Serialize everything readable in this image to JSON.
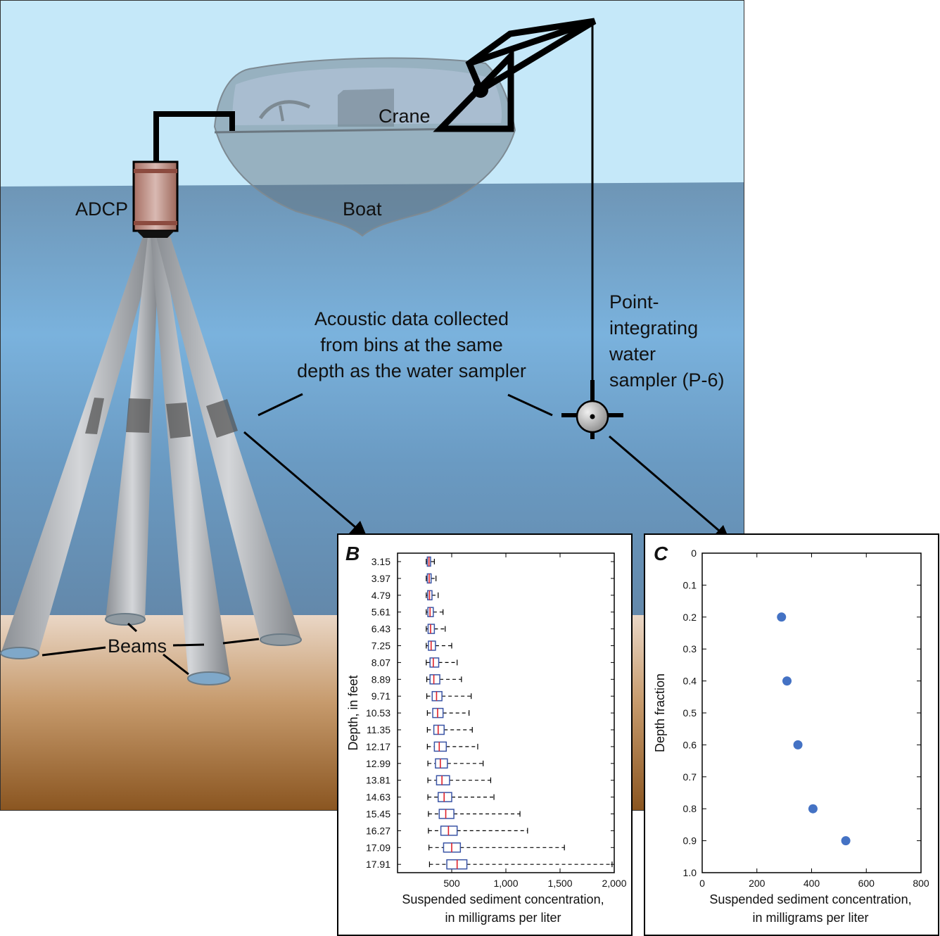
{
  "labels": {
    "adcp": "ADCP",
    "boat": "Boat",
    "crane": "Crane",
    "beams": "Beams",
    "acoustic": [
      "Acoustic data collected",
      "from bins at the same",
      "depth as the water sampler"
    ],
    "sampler": [
      "Point-",
      "integrating",
      "water",
      "sampler (P-6)"
    ]
  },
  "colors": {
    "sky": "#c5e8f9",
    "water_top": "#6e95b5",
    "water_mid": "#7ab2dd",
    "sediment_top": "#ead7c6",
    "sediment_bottom": "#8a5520",
    "box_edge": "#3b55a6",
    "median": "#e0222a",
    "point": "#4472c4"
  },
  "chart_data": [
    {
      "panel": "B",
      "type": "boxplot",
      "orientation": "horizontal",
      "ylabel": "Depth, in feet",
      "xlabel": [
        "Suspended sediment concentration,",
        "in milligrams per liter"
      ],
      "xlim": [
        0,
        2000
      ],
      "xticks": [
        500,
        1000,
        1500,
        2000
      ],
      "xtick_labels": [
        "500",
        "1,000",
        "1,500",
        "2,000"
      ],
      "categories": [
        "3.15",
        "3.97",
        "4.79",
        "5.61",
        "6.43",
        "7.25",
        "8.07",
        "8.89",
        "9.71",
        "10.53",
        "11.35",
        "12.17",
        "12.99",
        "13.81",
        "14.63",
        "15.45",
        "16.27",
        "17.09",
        "17.91"
      ],
      "boxes": [
        {
          "min": 265,
          "q1": 275,
          "median": 290,
          "q3": 305,
          "max": 340
        },
        {
          "min": 265,
          "q1": 275,
          "median": 292,
          "q3": 310,
          "max": 355
        },
        {
          "min": 265,
          "q1": 278,
          "median": 295,
          "q3": 318,
          "max": 375
        },
        {
          "min": 265,
          "q1": 280,
          "median": 300,
          "q3": 330,
          "max": 420
        },
        {
          "min": 265,
          "q1": 282,
          "median": 305,
          "q3": 340,
          "max": 440
        },
        {
          "min": 265,
          "q1": 285,
          "median": 310,
          "q3": 350,
          "max": 500
        },
        {
          "min": 265,
          "q1": 300,
          "median": 330,
          "q3": 380,
          "max": 550
        },
        {
          "min": 270,
          "q1": 300,
          "median": 335,
          "q3": 390,
          "max": 590
        },
        {
          "min": 270,
          "q1": 320,
          "median": 360,
          "q3": 410,
          "max": 680
        },
        {
          "min": 275,
          "q1": 325,
          "median": 370,
          "q3": 420,
          "max": 660
        },
        {
          "min": 275,
          "q1": 335,
          "median": 375,
          "q3": 430,
          "max": 690
        },
        {
          "min": 275,
          "q1": 340,
          "median": 385,
          "q3": 450,
          "max": 740
        },
        {
          "min": 280,
          "q1": 350,
          "median": 395,
          "q3": 460,
          "max": 790
        },
        {
          "min": 280,
          "q1": 360,
          "median": 410,
          "q3": 480,
          "max": 860
        },
        {
          "min": 280,
          "q1": 375,
          "median": 430,
          "q3": 500,
          "max": 890
        },
        {
          "min": 285,
          "q1": 385,
          "median": 445,
          "q3": 520,
          "max": 1130
        },
        {
          "min": 285,
          "q1": 400,
          "median": 470,
          "q3": 550,
          "max": 1200
        },
        {
          "min": 290,
          "q1": 425,
          "median": 500,
          "q3": 580,
          "max": 1540
        },
        {
          "min": 295,
          "q1": 455,
          "median": 550,
          "q3": 640,
          "max": 1980
        }
      ]
    },
    {
      "panel": "C",
      "type": "scatter",
      "ylabel": "Depth fraction",
      "xlabel": [
        "Suspended sediment concentration,",
        "in milligrams per liter"
      ],
      "xlim": [
        0,
        800
      ],
      "ylim": [
        0,
        1.0
      ],
      "y_inverted": true,
      "xticks": [
        0,
        200,
        400,
        600,
        800
      ],
      "yticks": [
        0,
        0.1,
        0.2,
        0.3,
        0.4,
        0.5,
        0.6,
        0.7,
        0.8,
        0.9,
        1.0
      ],
      "ytick_labels": [
        "0",
        "0.1",
        "0.2",
        "0.3",
        "0.4",
        "0.5",
        "0.6",
        "0.7",
        "0.8",
        "0.9",
        "1.0"
      ],
      "points": [
        {
          "x": 290,
          "y": 0.2
        },
        {
          "x": 310,
          "y": 0.4
        },
        {
          "x": 350,
          "y": 0.6
        },
        {
          "x": 405,
          "y": 0.8
        },
        {
          "x": 525,
          "y": 0.9
        }
      ]
    }
  ]
}
